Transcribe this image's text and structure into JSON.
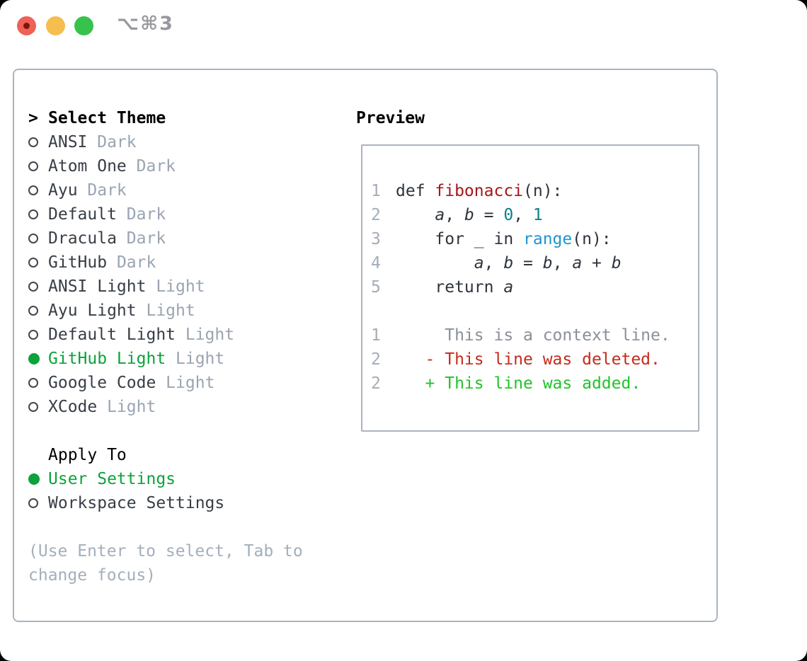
{
  "titlebar": {
    "shortcut": "⌥⌘3"
  },
  "theme_panel": {
    "title": "Select Theme",
    "themes": [
      {
        "name": "ANSI",
        "tag": "Dark",
        "selected": false
      },
      {
        "name": "Atom One",
        "tag": "Dark",
        "selected": false
      },
      {
        "name": "Ayu",
        "tag": "Dark",
        "selected": false
      },
      {
        "name": "Default",
        "tag": "Dark",
        "selected": false
      },
      {
        "name": "Dracula",
        "tag": "Dark",
        "selected": false
      },
      {
        "name": "GitHub",
        "tag": "Dark",
        "selected": false
      },
      {
        "name": "ANSI Light",
        "tag": "Light",
        "selected": false
      },
      {
        "name": "Ayu Light",
        "tag": "Light",
        "selected": false
      },
      {
        "name": "Default Light",
        "tag": "Light",
        "selected": false
      },
      {
        "name": "GitHub Light",
        "tag": "Light",
        "selected": true
      },
      {
        "name": "Google Code",
        "tag": "Light",
        "selected": false
      },
      {
        "name": "XCode",
        "tag": "Light",
        "selected": false
      }
    ],
    "apply_to": {
      "title": "Apply To",
      "options": [
        {
          "name": "User Settings",
          "selected": true
        },
        {
          "name": "Workspace Settings",
          "selected": false
        }
      ]
    },
    "hint_lines": [
      "(Use Enter to select, Tab to",
      "change focus)"
    ]
  },
  "preview": {
    "title": "Preview",
    "lines": [
      {
        "num": "1",
        "tokens": [
          {
            "t": "def ",
            "c": "plain"
          },
          {
            "t": "fibonacci",
            "c": "func"
          },
          {
            "t": "(n):",
            "c": "plain"
          }
        ]
      },
      {
        "num": "2",
        "tokens": [
          {
            "t": "    ",
            "c": "plain"
          },
          {
            "t": "a",
            "c": "var"
          },
          {
            "t": ", ",
            "c": "plain"
          },
          {
            "t": "b",
            "c": "var"
          },
          {
            "t": " = ",
            "c": "plain"
          },
          {
            "t": "0",
            "c": "number"
          },
          {
            "t": ", ",
            "c": "plain"
          },
          {
            "t": "1",
            "c": "number"
          }
        ]
      },
      {
        "num": "3",
        "tokens": [
          {
            "t": "    for _ in ",
            "c": "plain"
          },
          {
            "t": "range",
            "c": "builtin"
          },
          {
            "t": "(n):",
            "c": "plain"
          }
        ]
      },
      {
        "num": "4",
        "tokens": [
          {
            "t": "        ",
            "c": "plain"
          },
          {
            "t": "a",
            "c": "var"
          },
          {
            "t": ", ",
            "c": "plain"
          },
          {
            "t": "b",
            "c": "var"
          },
          {
            "t": " = ",
            "c": "plain"
          },
          {
            "t": "b",
            "c": "var"
          },
          {
            "t": ", ",
            "c": "plain"
          },
          {
            "t": "a",
            "c": "var"
          },
          {
            "t": " + ",
            "c": "plain"
          },
          {
            "t": "b",
            "c": "var"
          }
        ]
      },
      {
        "num": "5",
        "tokens": [
          {
            "t": "    return ",
            "c": "plain"
          },
          {
            "t": "a",
            "c": "var"
          }
        ]
      },
      {
        "num": "",
        "tokens": []
      },
      {
        "num": "1",
        "tokens": [
          {
            "t": "     This is a context line.",
            "c": "context"
          }
        ]
      },
      {
        "num": "2",
        "tokens": [
          {
            "t": "   - This line was deleted.",
            "c": "deleted"
          }
        ]
      },
      {
        "num": "2",
        "tokens": [
          {
            "t": "   + This line was added.",
            "c": "added"
          }
        ]
      }
    ]
  },
  "colors": {
    "selection_green": "#0ca23c",
    "diff_added_green": "#22c32b",
    "diff_deleted_red": "#c62a1a",
    "function_red": "#a61717",
    "number_teal": "#0b7f87",
    "builtin_blue": "#1e96cf",
    "muted_tag_gray": "#9aa4b2",
    "hint_gray": "#a4aebb",
    "panel_border": "#aab4bf",
    "traffic_red": "#ef6056",
    "traffic_yellow": "#f6bd4f",
    "traffic_green": "#37c24c"
  }
}
